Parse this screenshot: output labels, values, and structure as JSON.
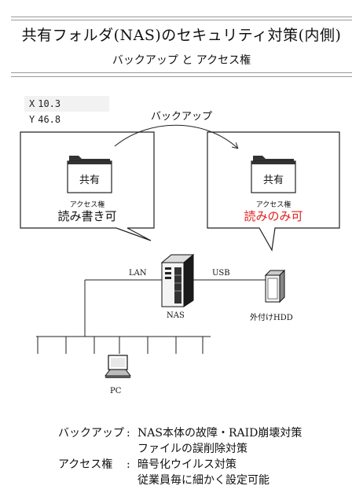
{
  "header": {
    "title": "共有フォルダ(NAS)のセキュリティ対策(内側)",
    "subtitle": "バックアップ と アクセス権"
  },
  "coord_readout": {
    "x_label": "X",
    "x_value": "10.3",
    "y_label": "Y",
    "y_value": "46.8"
  },
  "diagram": {
    "backup_arrow_label": "バックアップ",
    "left_box": {
      "folder_label": "共有",
      "perm_caption": "アクセス権",
      "perm_value": "読み書き可"
    },
    "right_box": {
      "folder_label": "共有",
      "perm_caption": "アクセス権",
      "perm_value": "読みのみ可",
      "perm_color": "#e02020"
    },
    "lan_label": "LAN",
    "usb_label": "USB",
    "nas_label": "NAS",
    "hdd_label": "外付けHDD",
    "pc_label": "PC"
  },
  "bottom_notes": {
    "backup_term": "バックアップ",
    "colon1": ":",
    "backup_line1": "NAS本体の故障・RAID崩壊対策",
    "backup_line2": "ファイルの誤削除対策",
    "access_term": "アクセス権",
    "colon2": ":",
    "access_line1": "暗号化ウイルス対策",
    "access_line2": "従業員毎に細かく設定可能"
  }
}
